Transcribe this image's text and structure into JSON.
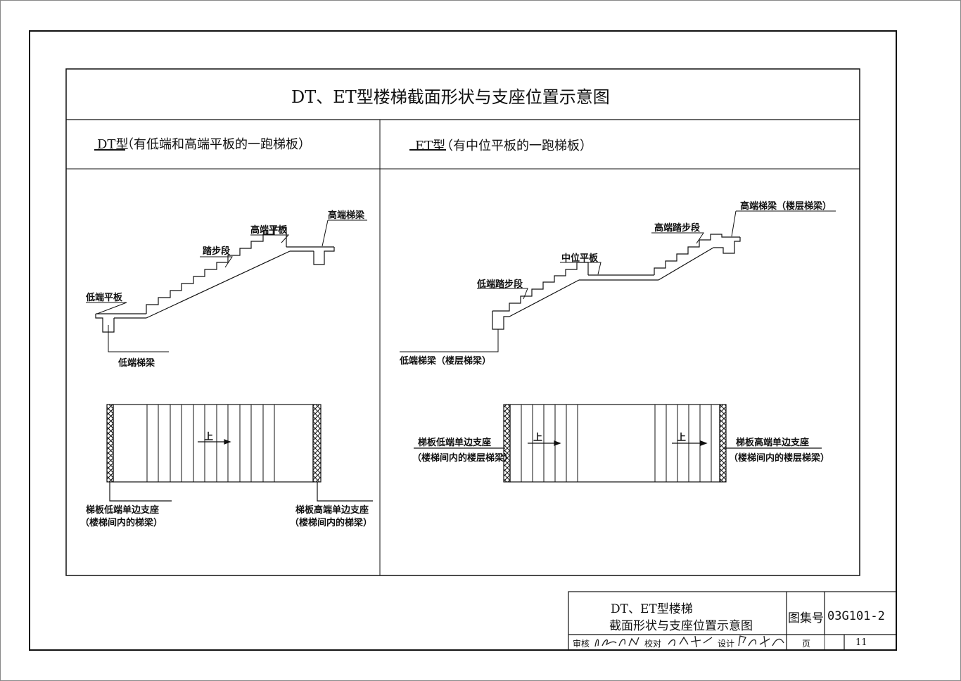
{
  "sheet_title": "DT、ET型楼梯截面形状与支座位置示意图",
  "dt": {
    "type_code": "DT型",
    "subtitle": "（有低端和高端平板的一跑梯板）",
    "labels": {
      "high_beam": "高端梯梁",
      "high_slab": "高端平板",
      "steps": "踏步段",
      "low_slab": "低端平板",
      "low_beam": "低端梯梁"
    },
    "plan": {
      "up": "上",
      "left_support": "梯板低端单边支座",
      "left_support_note": "（楼梯间内的梯梁）",
      "right_support": "梯板高端单边支座",
      "right_support_note": "（楼梯间内的梯梁）"
    }
  },
  "et": {
    "type_code": "ET型",
    "subtitle": "（有中位平板的一跑梯板）",
    "labels": {
      "high_beam": "高端梯梁（楼层梯梁）",
      "high_steps": "高端踏步段",
      "mid_slab": "中位平板",
      "low_steps": "低端踏步段",
      "low_beam": "低端梯梁（楼层梯梁）"
    },
    "plan": {
      "up_left": "上",
      "up_right": "上",
      "left_support": "梯板低端单边支座",
      "left_support_note": "（楼梯间内的楼层梯梁）",
      "right_support": "梯板高端单边支座",
      "right_support_note": "（楼梯间内的楼层梯梁）"
    }
  },
  "title_block": {
    "drawing_title_1": "DT、ET型楼梯",
    "drawing_title_2": "截面形状与支座位置示意图",
    "atlas_label": "图集号",
    "atlas_no": "03G101-2",
    "review": "审核",
    "check": "校对",
    "design": "设计",
    "page_label": "页",
    "page_no": "11"
  }
}
